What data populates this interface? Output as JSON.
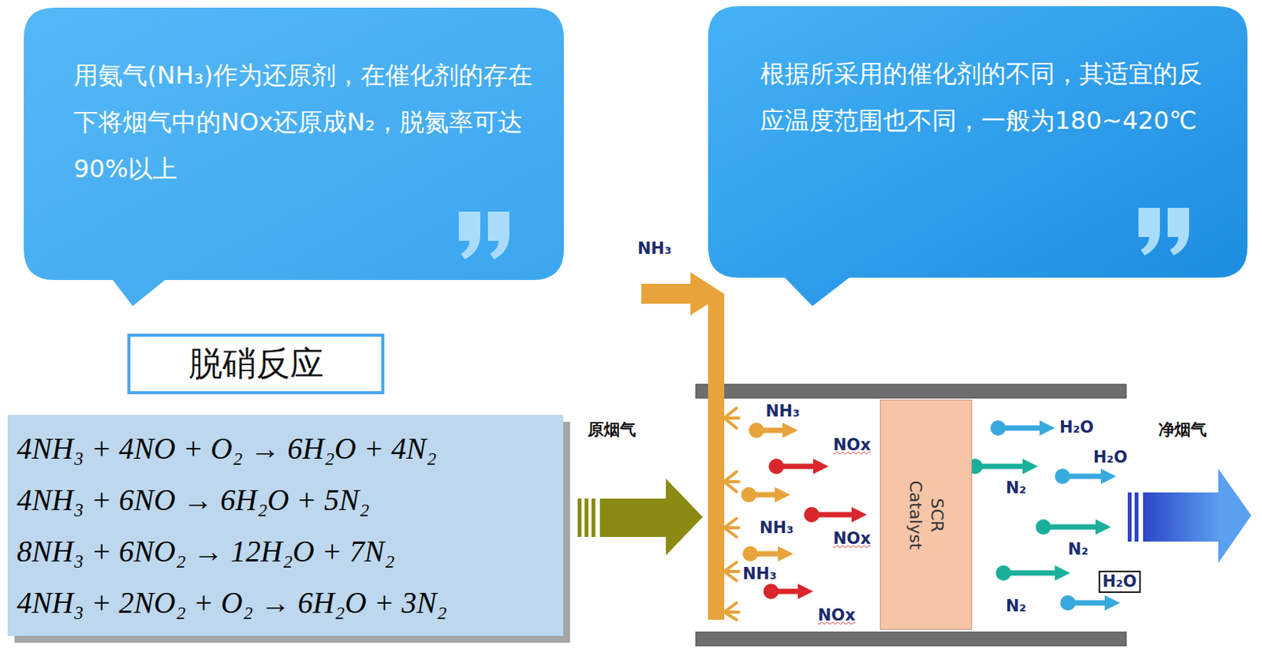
{
  "diagram": {
    "nodes": [
      {
        "text": [
          "用氨气(NH₃)作为还原剂，在催化剂的存在下将烟气中的NOx还原成N₂，脱氮率可达90%以上"
        ]
      },
      {
        "text": [
          "根据所采用的催化剂的不同，其适宜的反应温度范围也不同，一般为180~420℃"
        ]
      },
      {
        "text": [
          "脱硝反应"
        ]
      },
      {
        "text": [
          "4NH₃ + 4NO + O₂ → 6H₂O + 4N₂",
          "4NH₃ + 6NO → 6H₂O + 5N₂",
          "8NH₃ + 6NO₂ → 12H₂O + 7N₂",
          "4NH₃ + 2NO₂ + O₂ → 6H₂O + 3N₂"
        ]
      },
      {
        "text": [
          "SCR Catalyst"
        ]
      },
      {
        "text": [
          "H₂O"
        ]
      }
    ],
    "labels": [
      "NH₃",
      "原烟气",
      "NH₃",
      "NOx",
      "NH₃",
      "NOx",
      "NH₃",
      "NOx",
      "H₂O",
      "净烟气",
      "H₂O",
      "N₂",
      "N₂",
      "N₂"
    ]
  }
}
